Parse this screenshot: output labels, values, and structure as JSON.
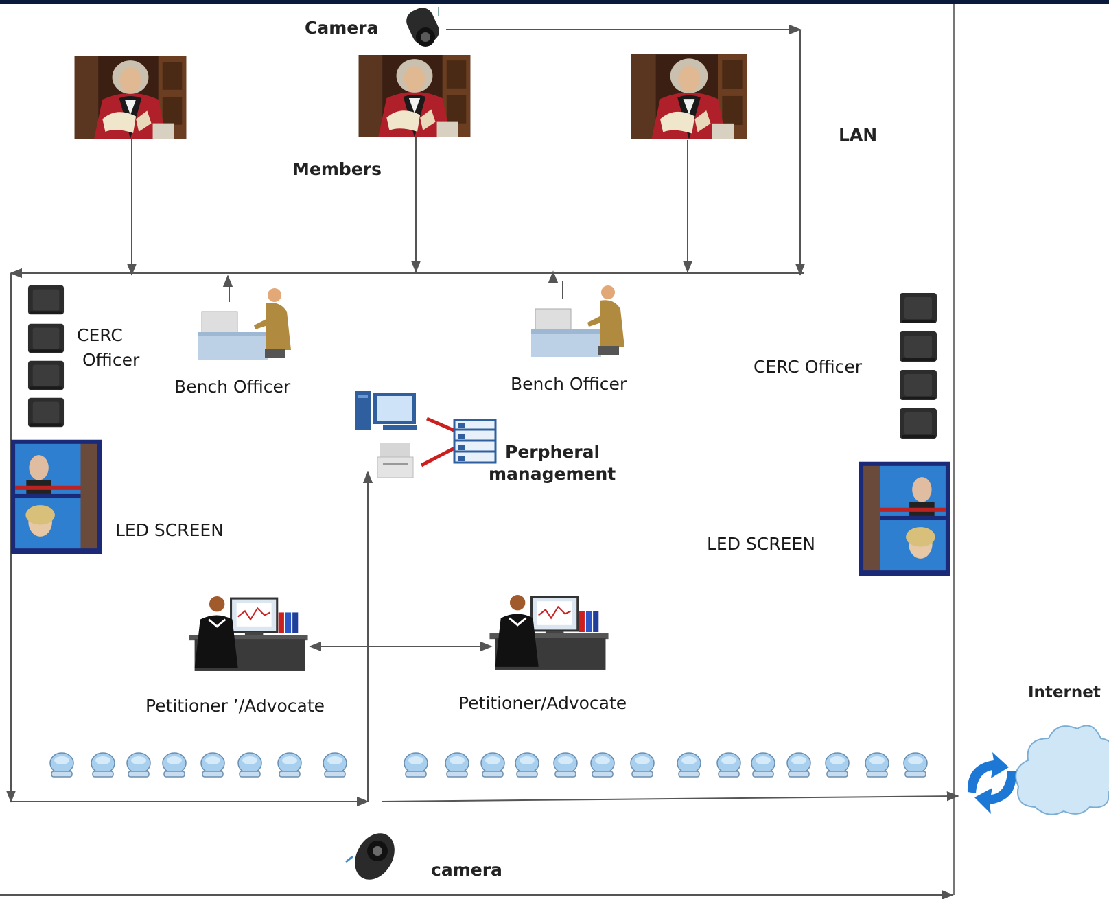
{
  "labels": {
    "camera_top": "Camera",
    "members": "Members",
    "lan": "LAN",
    "cerc_left_1": "CERC",
    "cerc_left_2": "Officer",
    "bench_left": "Bench Officer",
    "bench_right": "Bench Officer",
    "cerc_right": "CERC Officer",
    "peripheral_1": "Perpheral",
    "peripheral_2": "management",
    "led_left": "LED SCREEN",
    "led_right": "LED SCREEN",
    "petitioner_left": "Petitioner ’/Advocate",
    "petitioner_right": "Petitioner/Advocate",
    "internet": "Internet",
    "camera_bottom": "camera"
  },
  "icons": {
    "judge": "judge-photo",
    "camera": "camera-icon",
    "speaker": "speaker-icon",
    "led": "led-screen-icon",
    "bench": "bench-officer-icon",
    "workstation": "petitioner-workstation-icon",
    "audience": "audience-seat-icon",
    "peripheral": "peripheral-devices-icon",
    "internet": "internet-cloud-icon",
    "sync": "sync-arrows-icon"
  },
  "colors": {
    "frame_top": "#0a1a3a",
    "line": "#555555",
    "judge_robe": "#b0202a",
    "cloud": "#cfe6f7",
    "sync": "#1c78d4",
    "seat": "#a9cfee",
    "peripheral_link": "#cc1f1f"
  }
}
